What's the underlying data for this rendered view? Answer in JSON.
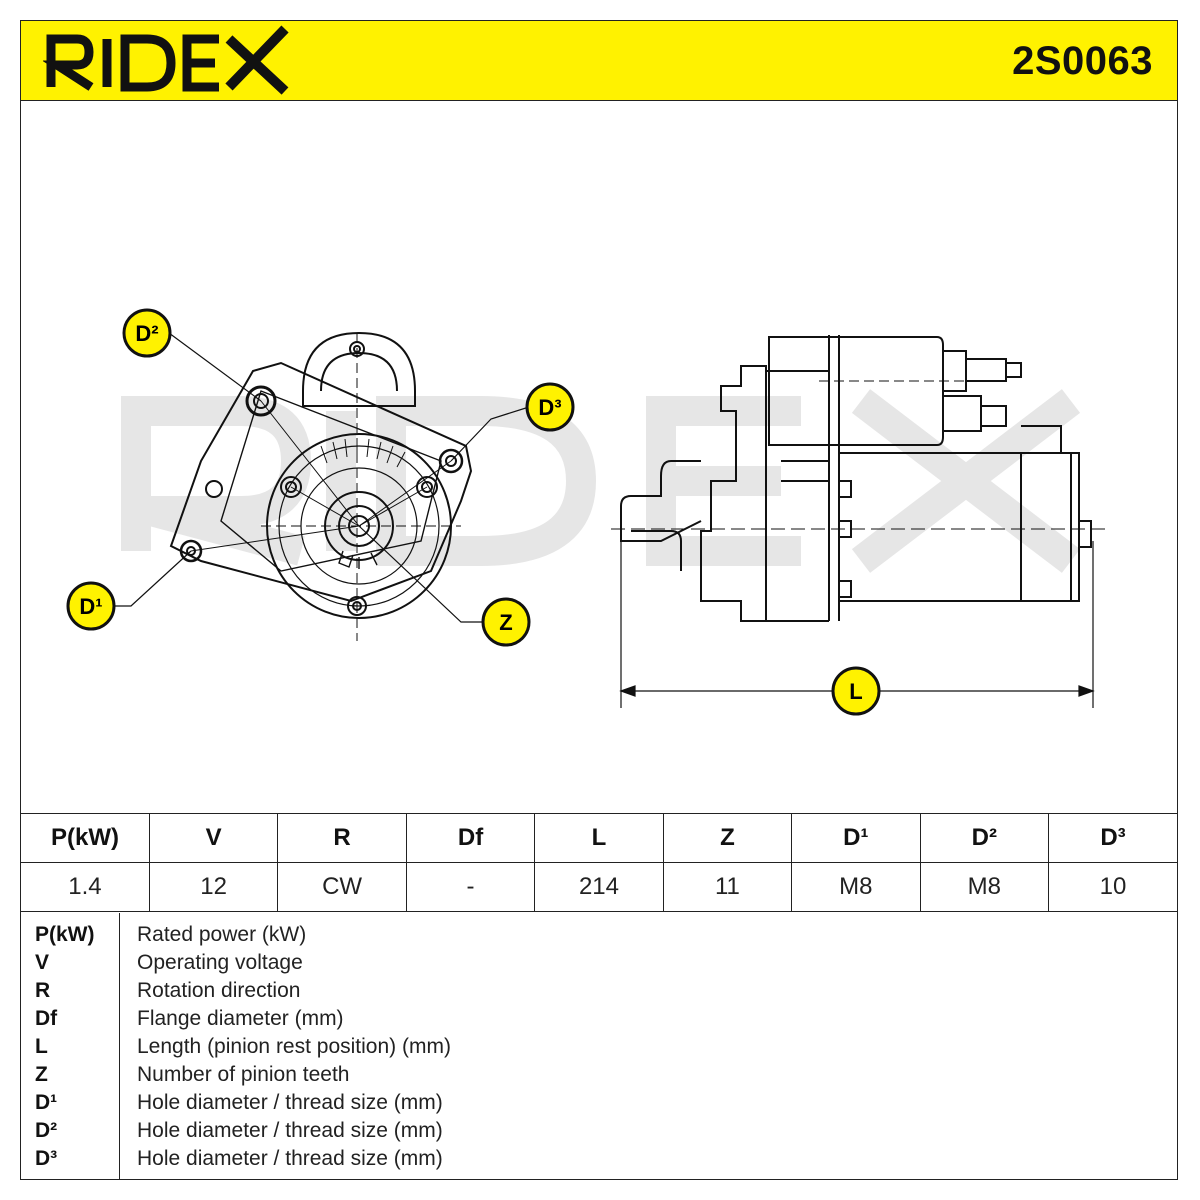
{
  "header": {
    "brand": "RIDEX",
    "part_number": "2S0063",
    "accent_color": "#fff200"
  },
  "callouts": {
    "d2": "D²",
    "d3": "D³",
    "d1": "D¹",
    "z": "Z",
    "l": "L"
  },
  "specs": {
    "columns": [
      "P(kW)",
      "V",
      "R",
      "Df",
      "L",
      "Z",
      "D¹",
      "D²",
      "D³"
    ],
    "values": [
      "1.4",
      "12",
      "CW",
      "-",
      "214",
      "11",
      "M8",
      "M8",
      "10"
    ]
  },
  "legend": [
    {
      "symbol": "P(kW)",
      "description": "Rated power (kW)"
    },
    {
      "symbol": "V",
      "description": "Operating voltage"
    },
    {
      "symbol": "R",
      "description": "Rotation direction"
    },
    {
      "symbol": "Df",
      "description": "Flange diameter (mm)"
    },
    {
      "symbol": "L",
      "description": "Length (pinion rest position) (mm)"
    },
    {
      "symbol": "Z",
      "description": "Number of pinion teeth"
    },
    {
      "symbol": "D¹",
      "description": "Hole diameter / thread size (mm)"
    },
    {
      "symbol": "D²",
      "description": "Hole diameter / thread size (mm)"
    },
    {
      "symbol": "D³",
      "description": "Hole diameter / thread size (mm)"
    }
  ]
}
